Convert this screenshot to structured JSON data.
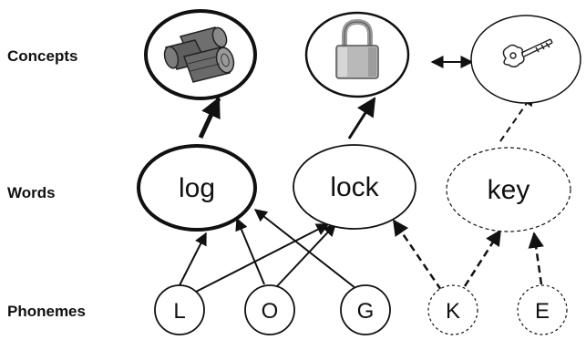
{
  "row_labels": {
    "concepts": "Concepts",
    "words": "Words",
    "phonemes": "Phonemes"
  },
  "concepts": [
    {
      "id": "logs",
      "icon": "logs-icon"
    },
    {
      "id": "lock",
      "icon": "padlock-icon"
    },
    {
      "id": "key",
      "icon": "key-icon"
    }
  ],
  "words": [
    {
      "id": "log",
      "label": "log"
    },
    {
      "id": "lock",
      "label": "lock"
    },
    {
      "id": "key",
      "label": "key"
    }
  ],
  "phonemes": [
    {
      "id": "L",
      "label": "L"
    },
    {
      "id": "O",
      "label": "O"
    },
    {
      "id": "G",
      "label": "G"
    },
    {
      "id": "K",
      "label": "K"
    },
    {
      "id": "E",
      "label": "E"
    }
  ],
  "connections": [
    {
      "from": "word-log",
      "to": "concept-logs",
      "style": "bold"
    },
    {
      "from": "word-lock",
      "to": "concept-lock",
      "style": "solid"
    },
    {
      "from": "word-key",
      "to": "concept-key",
      "style": "dashed"
    },
    {
      "from": "concept-lock",
      "to": "concept-key",
      "style": "bidirectional"
    },
    {
      "from": "phoneme-L",
      "to": "word-log",
      "style": "solid"
    },
    {
      "from": "phoneme-L",
      "to": "word-lock",
      "style": "solid"
    },
    {
      "from": "phoneme-O",
      "to": "word-log",
      "style": "solid"
    },
    {
      "from": "phoneme-O",
      "to": "word-lock",
      "style": "solid"
    },
    {
      "from": "phoneme-G",
      "to": "word-log",
      "style": "solid"
    },
    {
      "from": "phoneme-K",
      "to": "word-lock",
      "style": "dashed"
    },
    {
      "from": "phoneme-K",
      "to": "word-key",
      "style": "dashed"
    },
    {
      "from": "phoneme-E",
      "to": "word-key",
      "style": "dashed"
    }
  ],
  "colors": {
    "line": "#111111",
    "background": "#ffffff",
    "padlock_body": "#b9b9b9",
    "padlock_shackle": "#9a9a9a",
    "logs_fill": "#6f6f6f"
  }
}
